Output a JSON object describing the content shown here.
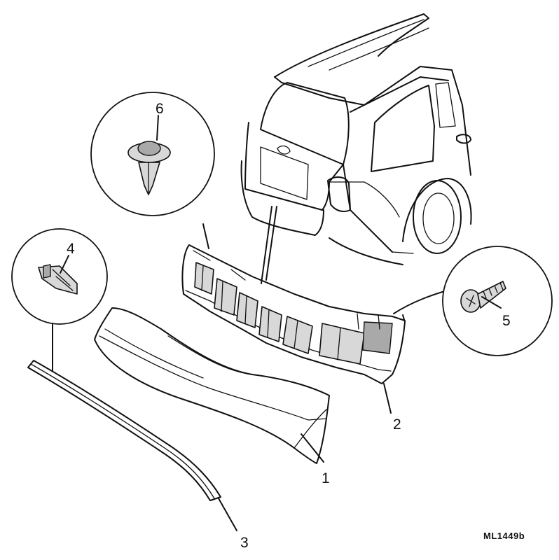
{
  "callouts": {
    "part_1": "1",
    "part_2": "2",
    "part_3": "3",
    "part_4": "4",
    "part_5": "5",
    "part_6": "6"
  },
  "reference": "ML1449b"
}
